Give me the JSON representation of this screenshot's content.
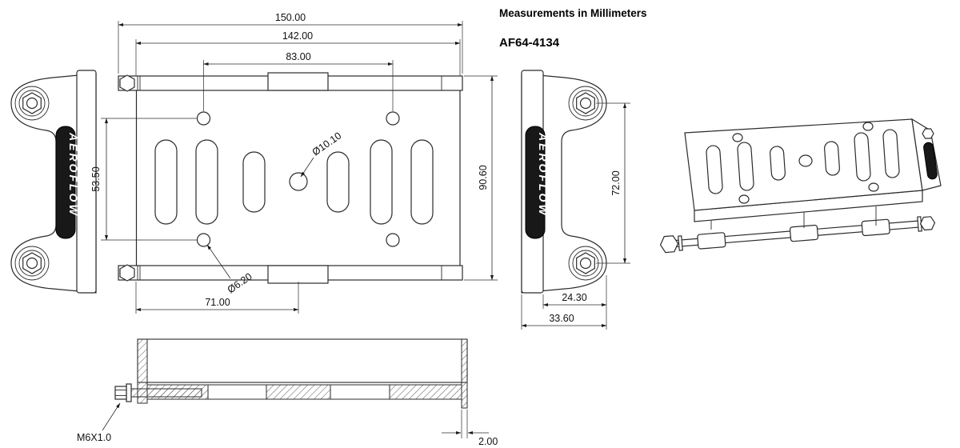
{
  "header": {
    "units_note": "Measurements in Millimeters",
    "part_number": "AF64-4134"
  },
  "brand": {
    "logo_text": "AEROFLOW"
  },
  "front_view": {
    "dims": {
      "overall_width": "150.00",
      "plate_width": "142.00",
      "top_hole_spacing": "83.00",
      "left_hole_spacing": "53.50",
      "overall_height": "90.60",
      "center_hole_dia": "Ø10.10",
      "small_hole_dia": "Ø6.20",
      "bottom_hole_to_center": "71.00"
    }
  },
  "side_view": {
    "dims": {
      "bolt_spacing": "72.00",
      "bracket_depth": "24.30",
      "overall_depth": "33.60"
    }
  },
  "section_view": {
    "dims": {
      "thread_spec": "M6X1.0",
      "wall_thickness": "2.00"
    }
  }
}
